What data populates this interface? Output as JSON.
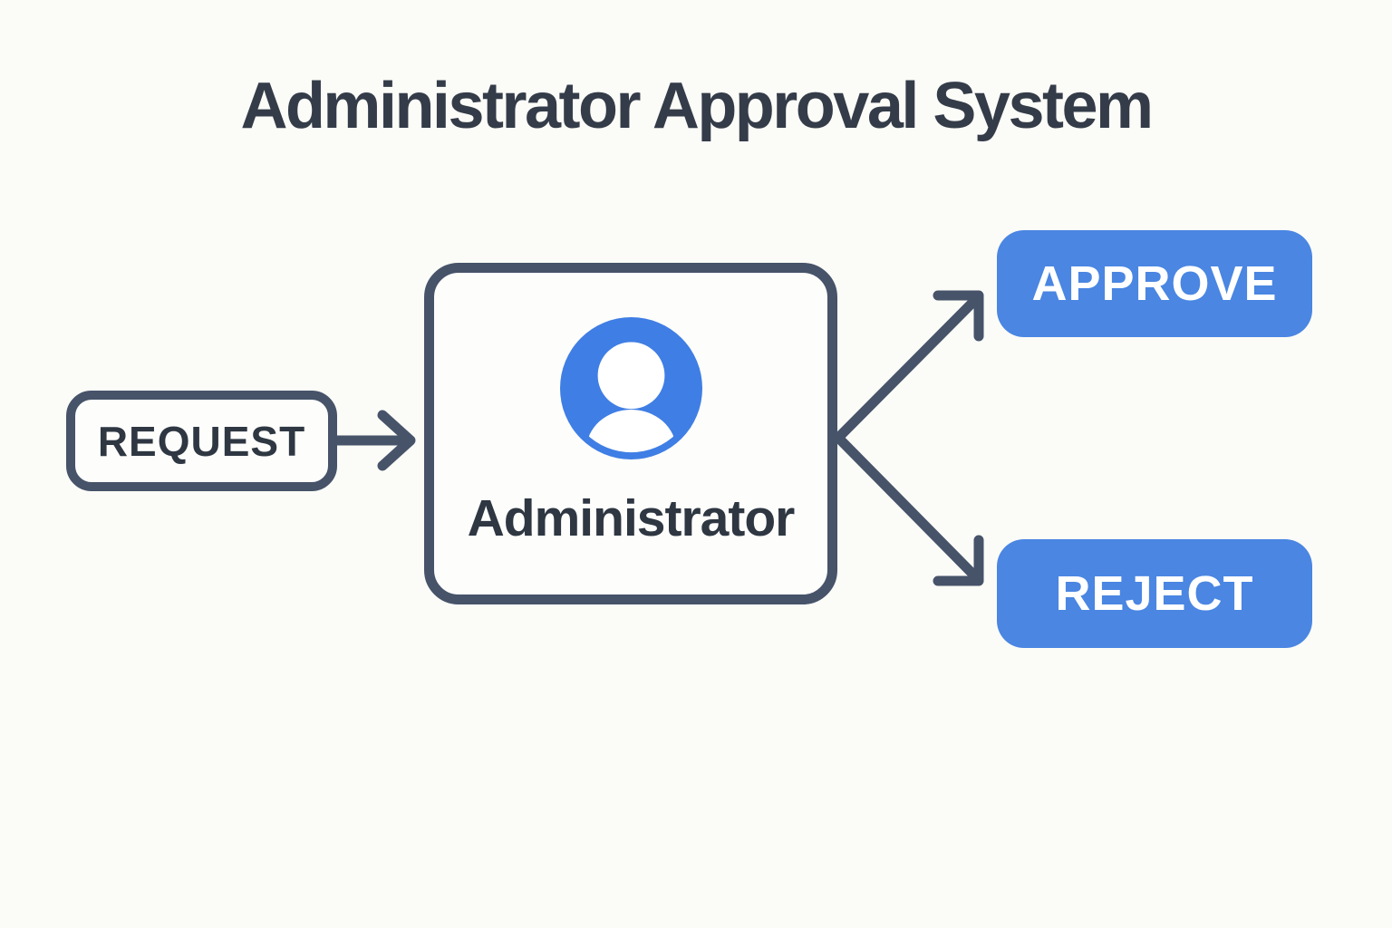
{
  "title": "Administrator Approval System",
  "nodes": {
    "request": {
      "label": "REQUEST",
      "shape": "outlined-rounded-rect"
    },
    "administrator": {
      "label": "Administrator",
      "icon": "user-avatar-icon",
      "shape": "outlined-rounded-rect"
    },
    "approve": {
      "label": "APPROVE",
      "shape": "filled-rounded-rect"
    },
    "reject": {
      "label": "REJECT",
      "shape": "filled-rounded-rect"
    }
  },
  "edges": [
    {
      "from": "REQUEST",
      "to": "Administrator",
      "direction": "right"
    },
    {
      "from": "Administrator",
      "to": "APPROVE",
      "direction": "up-right"
    },
    {
      "from": "Administrator",
      "to": "REJECT",
      "direction": "down-right"
    }
  ],
  "colors": {
    "background": "#fbfbf7",
    "node_bg": "#fdfdfb",
    "slate": "#465369",
    "title_color": "#343c49",
    "label_color": "#2e3742",
    "button_blue": "#4a86e2",
    "icon_blue": "#3f7ee4",
    "button_text": "#ffffff"
  }
}
